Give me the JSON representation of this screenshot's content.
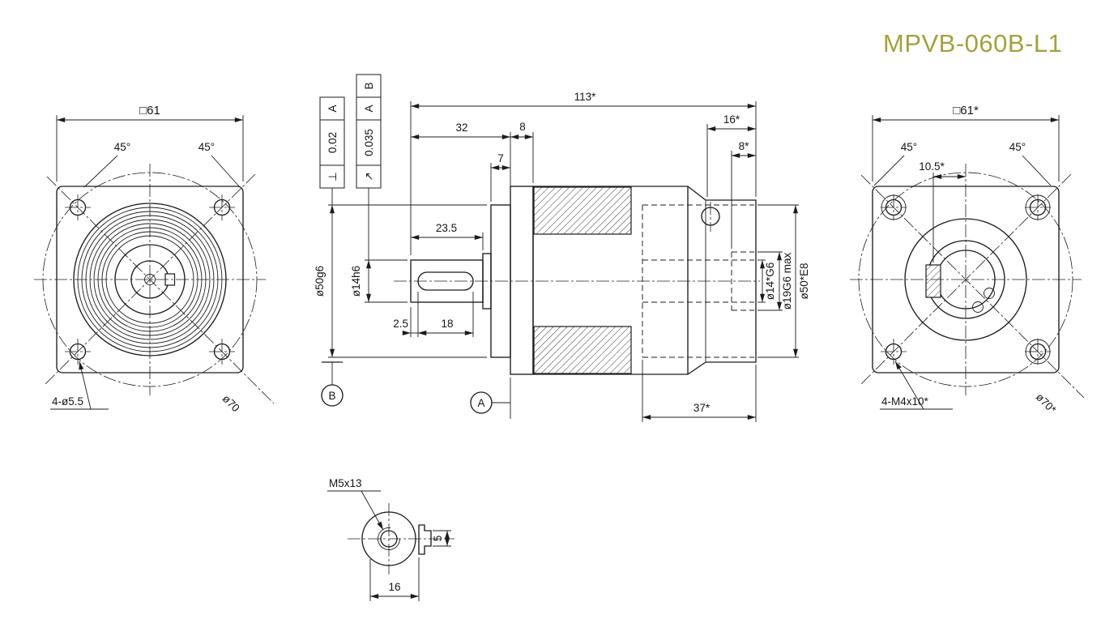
{
  "title": "MPVB-060B-L1",
  "colors": {
    "title": "#a3a23b",
    "line": "#1c1c1c"
  },
  "front_view": {
    "square_dim": "□61",
    "angle_left": "45°",
    "angle_right": "45°",
    "corner_holes": "4-ø5.5",
    "bolt_circle": "ø70"
  },
  "side_view": {
    "tol_perp": {
      "symbol": "⊥",
      "value": "0.02",
      "datum": "A"
    },
    "tol_runout": {
      "symbol": "↗",
      "value": "0.035",
      "datum_primary": "A",
      "datum_secondary": "B"
    },
    "overall_length": "113*",
    "shaft_length": "32",
    "flange_thickness": "8",
    "pilot_length": "7",
    "rear_pilot_length": "16*",
    "rear_bore_depth": "8*",
    "shaft_shoulder": "23.5",
    "key_offset": "2.5",
    "key_length": "18",
    "motor_cavity_depth": "37*",
    "pilot_dia": "ø50g6",
    "shaft_dia": "ø14h6",
    "input_bore_dia": "ø14*G6",
    "input_bore_max": "ø19G6 max",
    "motor_pilot_dia": "ø50*E8",
    "datum_a": "A",
    "datum_b": "B"
  },
  "rear_view": {
    "square_dim": "□61*",
    "angle_left": "45°",
    "angle_right": "45°",
    "clamp_screw_offset": "10.5*",
    "corner_holes": "4-M4x10*",
    "bolt_circle": "ø70*"
  },
  "detail_view": {
    "thread_callout": "M5x13",
    "boss_height": "5",
    "boss_width": "16"
  }
}
